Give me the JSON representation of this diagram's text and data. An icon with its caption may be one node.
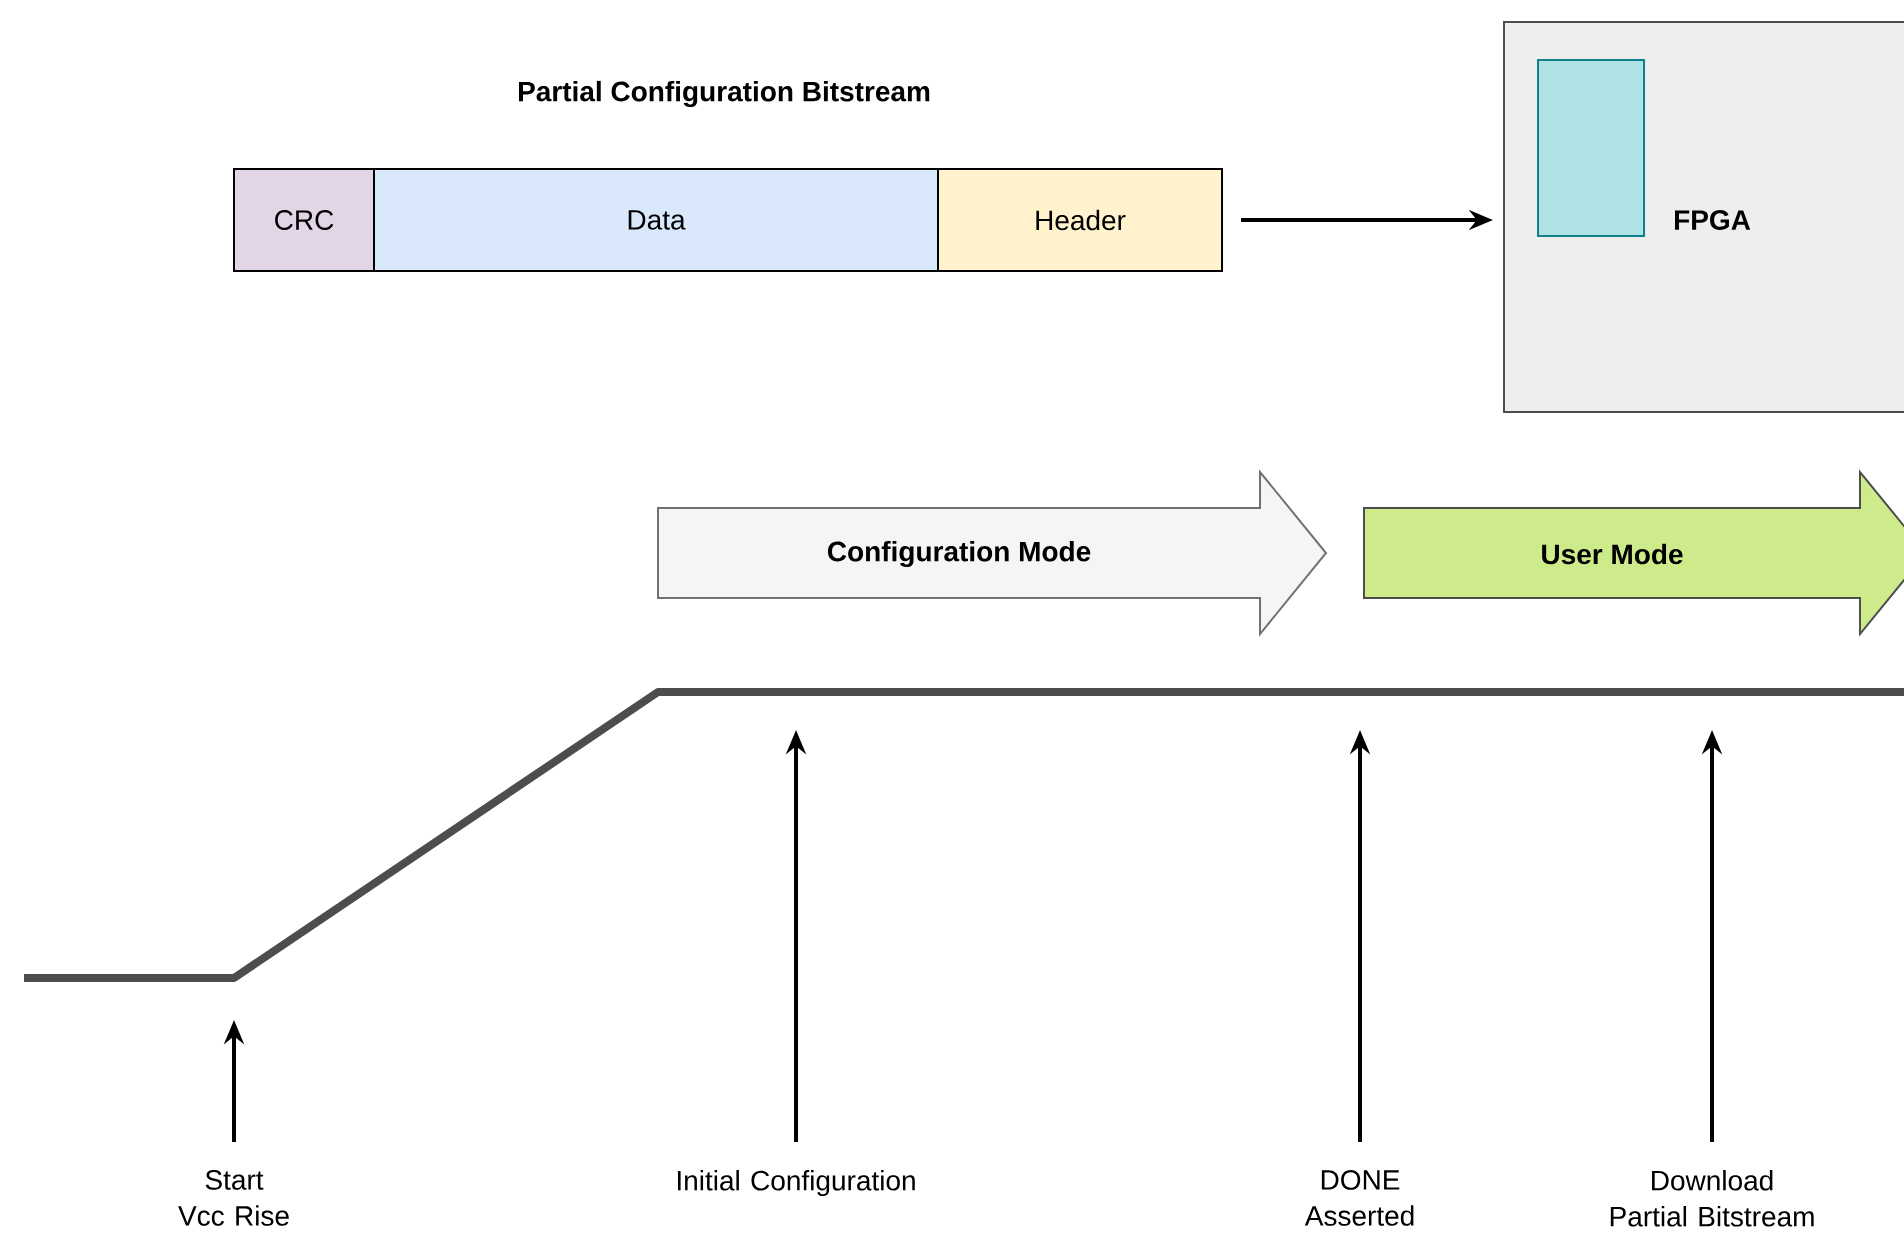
{
  "diagram": {
    "title": "Partial Configuration Bitstream",
    "nodes": [
      {
        "text": [
          "CRC"
        ]
      },
      {
        "text": [
          "Data"
        ]
      },
      {
        "text": [
          "Header"
        ]
      },
      {
        "text": [
          "FPGA"
        ]
      },
      {
        "text": [],
        "shape": "box",
        "in": 3
      },
      {
        "text": [
          "Configuration Mode"
        ]
      },
      {
        "text": [
          "User Mode"
        ]
      },
      {
        "text": [
          "Start Vcc Rise"
        ]
      },
      {
        "text": [
          "Initial Configuration"
        ]
      },
      {
        "text": [
          "DONE Asserted"
        ]
      },
      {
        "text": [
          "Download Partial Bitstream"
        ]
      }
    ],
    "edges": [
      {
        "from": 2,
        "to": 3,
        "arrow": "to"
      },
      {
        "from": 7,
        "to": null,
        "arrow": "to"
      },
      {
        "from": 8,
        "to": null,
        "arrow": "to"
      },
      {
        "from": 9,
        "to": null,
        "arrow": "to"
      },
      {
        "from": 10,
        "to": null,
        "arrow": "to"
      }
    ]
  }
}
